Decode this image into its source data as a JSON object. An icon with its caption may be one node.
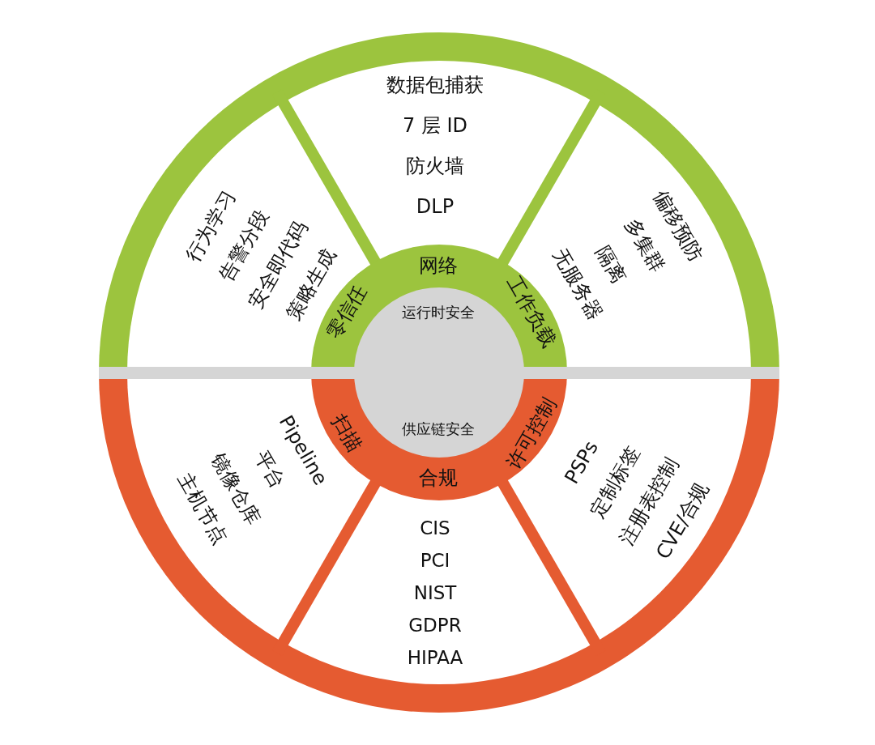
{
  "diagram": {
    "nodes": [
      {
        "text": [
          "行为学习",
          "告警分段",
          "安全即代码",
          "策略生成"
        ]
      },
      {
        "text": [
          "数据包捕获",
          "7 层 ID",
          "防火墙",
          "DLP"
        ]
      },
      {
        "text": [
          "偏移预防",
          "多集群",
          "隔离",
          "无服务器"
        ]
      },
      {
        "text": [
          "零信任"
        ]
      },
      {
        "text": [
          "网络"
        ]
      },
      {
        "text": [
          "工作负载"
        ]
      },
      {
        "text": [
          "运行时安全"
        ]
      },
      {
        "text": [
          "供应链安全"
        ]
      },
      {
        "text": [
          "扫描"
        ]
      },
      {
        "text": [
          "合规"
        ]
      },
      {
        "text": [
          "许可控制"
        ]
      },
      {
        "text": [
          "Pipeline",
          "平台",
          "镜像仓库",
          "主机节点"
        ]
      },
      {
        "text": [
          "CIS",
          "PCI",
          "NIST",
          "GDPR",
          "HIPAA"
        ]
      },
      {
        "text": [
          "PSPs",
          "定制标签",
          "注册表控制",
          "CVE/合规"
        ]
      }
    ]
  }
}
